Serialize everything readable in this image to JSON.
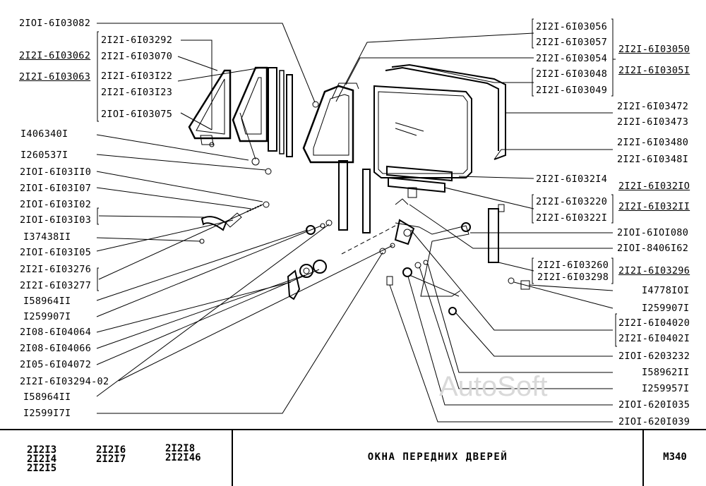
{
  "left_labels": [
    {
      "text": "2IOI-6I03082",
      "u": false
    },
    {
      "text": "2I2I-6I03062",
      "u": true
    },
    {
      "text": "2I2I-6I03063",
      "u": true
    },
    {
      "text": "I406340I",
      "u": false
    },
    {
      "text": "I260537I",
      "u": false
    },
    {
      "text": "2IOI-6I03II0",
      "u": false
    },
    {
      "text": "2IOI-6I03I07",
      "u": false
    },
    {
      "text": "2IOI-6I03I02",
      "u": false
    },
    {
      "text": "2IOI-6I03I03",
      "u": false
    },
    {
      "text": "I37438II",
      "u": false
    },
    {
      "text": "2IOI-6I03I05",
      "u": false
    },
    {
      "text": "2I2I-6I03276",
      "u": false
    },
    {
      "text": "2I2I-6I03277",
      "u": false
    },
    {
      "text": "I58964II",
      "u": false
    },
    {
      "text": "I259907I",
      "u": false
    },
    {
      "text": "2I08-6I04064",
      "u": false
    },
    {
      "text": "2I08-6I04066",
      "u": false
    },
    {
      "text": "2I05-6I04072",
      "u": false
    },
    {
      "text": "2I2I-6I03294-02",
      "u": false
    },
    {
      "text": "I58964II",
      "u": false
    },
    {
      "text": "I2599I7I",
      "u": false
    }
  ],
  "inner_left_labels": [
    {
      "text": "2I2I-6I03292",
      "u": false
    },
    {
      "text": "2I2I-6I03070",
      "u": false
    },
    {
      "text": "2I2I-6I03I22",
      "u": false
    },
    {
      "text": "2I2I-6I03I23",
      "u": false
    },
    {
      "text": "2IOI-6I03075",
      "u": false
    }
  ],
  "right_labels": [
    {
      "text": "2I2I-6I03056",
      "u": false
    },
    {
      "text": "2I2I-6I03057",
      "u": false
    },
    {
      "text": "2I2I-6I03054",
      "u": false
    },
    {
      "text": "2I2I-6I03048",
      "u": false
    },
    {
      "text": "2I2I-6I03049",
      "u": false
    },
    {
      "text": "2I2I-6I032I4",
      "u": false
    },
    {
      "text": "2I2I-6I03220",
      "u": false
    },
    {
      "text": "2I2I-6I0322I",
      "u": false
    },
    {
      "text": "2IOI-6IOI080",
      "u": false
    },
    {
      "text": "2IOI-8406I62",
      "u": false
    },
    {
      "text": "2I2I-6I03260",
      "u": false
    },
    {
      "text": "2I2I-6I03298",
      "u": false
    },
    {
      "text": "I4778IOI",
      "u": false
    },
    {
      "text": "I259907I",
      "u": false
    },
    {
      "text": "2I2I-6I04020",
      "u": false
    },
    {
      "text": "2I2I-6I0402I",
      "u": false
    },
    {
      "text": "2IOI-6203232",
      "u": false
    },
    {
      "text": "I58962II",
      "u": false
    },
    {
      "text": "I259957I",
      "u": false
    },
    {
      "text": "2IOI-620I035",
      "u": false
    },
    {
      "text": "2IOI-620I039",
      "u": false
    }
  ],
  "far_right_labels": [
    {
      "text": "2I2I-6I03050",
      "u": true
    },
    {
      "text": "2I2I-6I0305I",
      "u": true
    },
    {
      "text": "2I2I-6I03472",
      "u": false
    },
    {
      "text": "2I2I-6I03473",
      "u": false
    },
    {
      "text": "2I2I-6I03480",
      "u": false
    },
    {
      "text": "2I2I-6I0348I",
      "u": false
    },
    {
      "text": "2I2I-6I032IO",
      "u": true
    },
    {
      "text": "2I2I-6I032II",
      "u": true
    },
    {
      "text": "2I2I-6I03296",
      "u": true
    }
  ],
  "title_block": {
    "models_col1": [
      "2I2I3",
      "2I2I4",
      "2I2I5"
    ],
    "models_col2": [
      "2I2I6",
      "2I2I7"
    ],
    "models_col3": [
      "2I2I8",
      "2I2I46"
    ],
    "title": "ОКНА  ПЕРЕДНИХ  ДВЕРЕЙ",
    "sheet": "М340"
  },
  "watermark": "AutoSoft"
}
